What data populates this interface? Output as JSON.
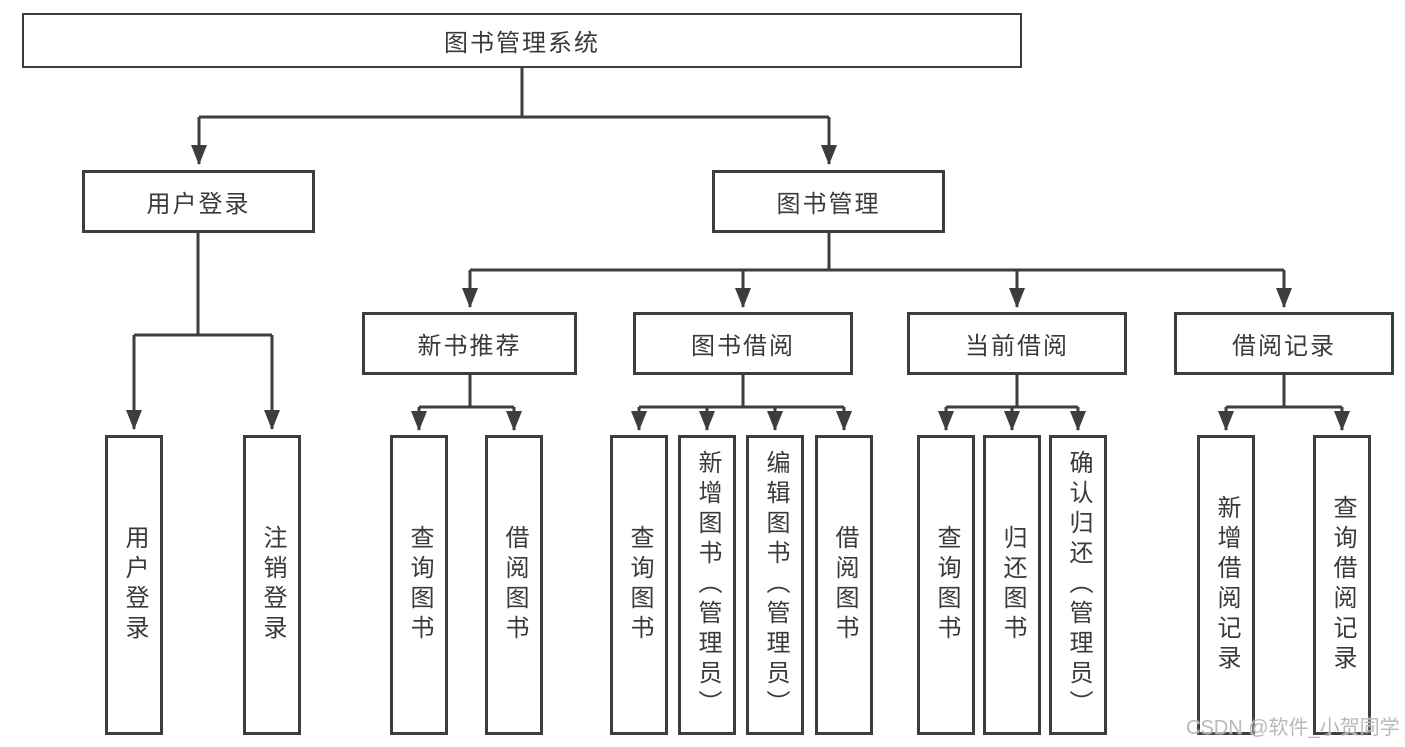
{
  "tree": {
    "root": "图书管理系统",
    "user_branch": {
      "label": "用户登录",
      "children": [
        "用户登录",
        "注销登录"
      ]
    },
    "mgmt_branch": {
      "label": "图书管理",
      "groups": [
        {
          "label": "新书推荐",
          "children": [
            "查询图书",
            "借阅图书"
          ]
        },
        {
          "label": "图书借阅",
          "children": [
            "查询图书",
            "新增图书（管理员）",
            "编辑图书（管理员）",
            "借阅图书"
          ]
        },
        {
          "label": "当前借阅",
          "children": [
            "查询图书",
            "归还图书",
            "确认归还（管理员）"
          ]
        },
        {
          "label": "借阅记录",
          "children": [
            "新增借阅记录",
            "查询借阅记录"
          ]
        }
      ]
    }
  },
  "watermark": "CSDN @软件_小贺同学",
  "colors": {
    "line": "#3d3d3d",
    "text": "#3a3a3a",
    "background": "#ffffff",
    "watermark": "#b9b9b9"
  }
}
